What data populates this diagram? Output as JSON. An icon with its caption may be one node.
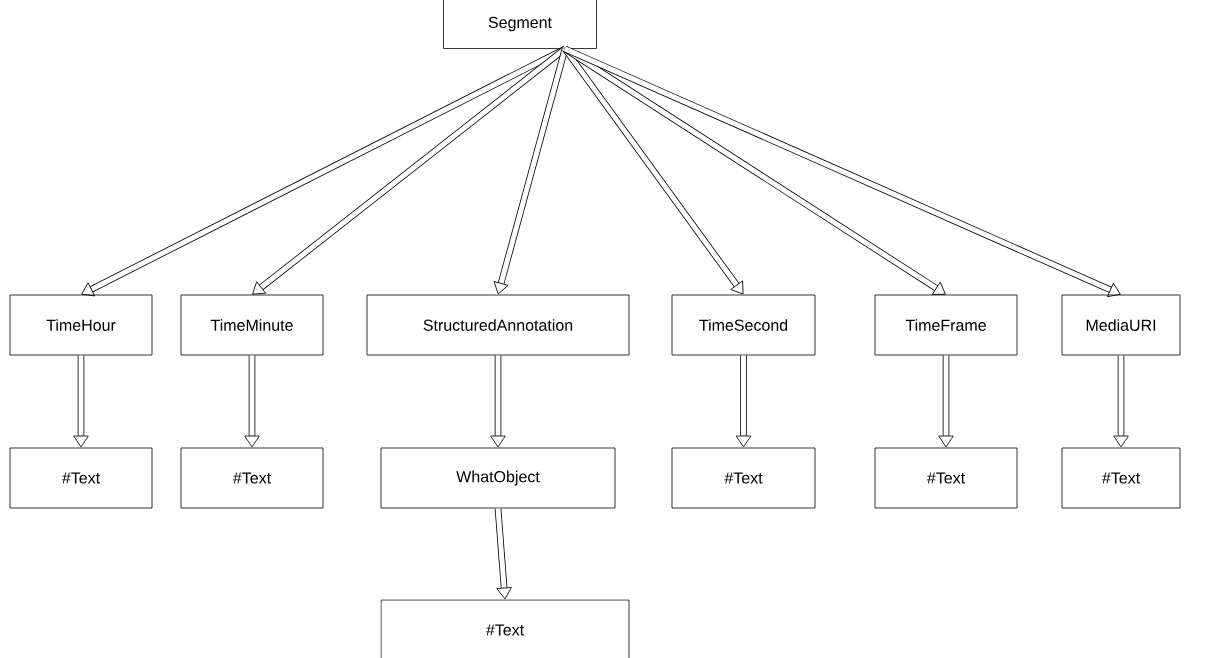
{
  "diagram": {
    "nodes": [
      {
        "text": [
          "Segment"
        ]
      },
      {
        "text": [
          "TimeHour"
        ]
      },
      {
        "text": [
          "TimeMinute"
        ]
      },
      {
        "text": [
          "StructuredAnnotation"
        ]
      },
      {
        "text": [
          "TimeSecond"
        ]
      },
      {
        "text": [
          "TimeFrame"
        ]
      },
      {
        "text": [
          "MediaURI"
        ]
      },
      {
        "text": [
          "#Text"
        ]
      },
      {
        "text": [
          "#Text"
        ]
      },
      {
        "text": [
          "WhatObject"
        ]
      },
      {
        "text": [
          "#Text"
        ]
      },
      {
        "text": [
          "#Text"
        ]
      },
      {
        "text": [
          "#Text"
        ]
      },
      {
        "text": [
          "#Text"
        ]
      }
    ],
    "edges": [
      {
        "from": 0,
        "to": 1,
        "arrow": "to"
      },
      {
        "from": 0,
        "to": 2,
        "arrow": "to"
      },
      {
        "from": 0,
        "to": 3,
        "arrow": "to"
      },
      {
        "from": 0,
        "to": 4,
        "arrow": "to"
      },
      {
        "from": 0,
        "to": 5,
        "arrow": "to"
      },
      {
        "from": 0,
        "to": 6,
        "arrow": "to"
      },
      {
        "from": 1,
        "to": 7,
        "arrow": "to"
      },
      {
        "from": 2,
        "to": 8,
        "arrow": "to"
      },
      {
        "from": 3,
        "to": 9,
        "arrow": "to"
      },
      {
        "from": 4,
        "to": 10,
        "arrow": "to"
      },
      {
        "from": 5,
        "to": 11,
        "arrow": "to"
      },
      {
        "from": 6,
        "to": 12,
        "arrow": "to"
      },
      {
        "from": 9,
        "to": 13,
        "arrow": "to"
      }
    ]
  }
}
